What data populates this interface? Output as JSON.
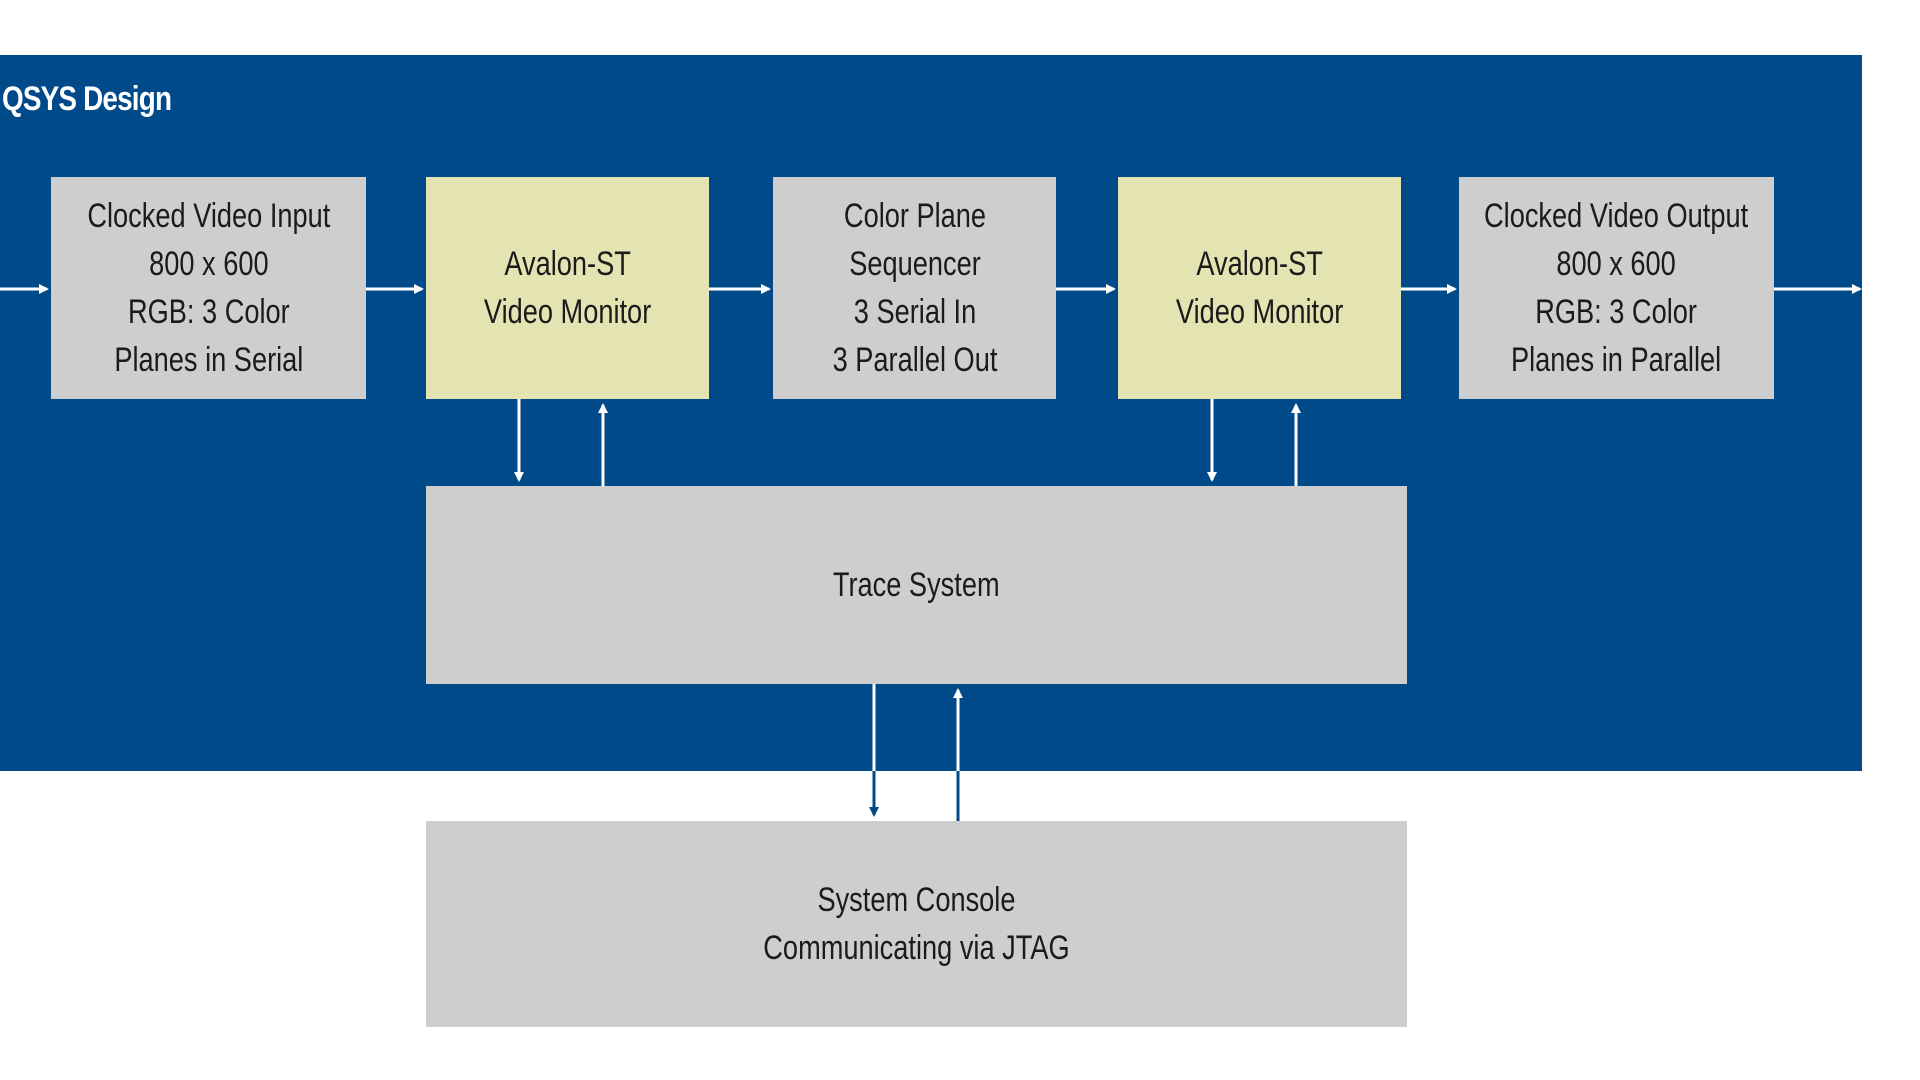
{
  "diagram": {
    "title": "QSYS Design",
    "nodes": [
      {
        "id": "cvi",
        "lines": [
          "Clocked Video Input",
          "800 x 600",
          "RGB: 3 Color",
          "Planes in Serial"
        ],
        "style": "gray"
      },
      {
        "id": "mon1",
        "lines": [
          "Avalon-ST",
          "Video Monitor"
        ],
        "style": "yellow"
      },
      {
        "id": "cps",
        "lines": [
          "Color Plane",
          "Sequencer",
          "3 Serial In",
          "3 Parallel Out"
        ],
        "style": "gray"
      },
      {
        "id": "mon2",
        "lines": [
          "Avalon-ST",
          "Video Monitor"
        ],
        "style": "yellow"
      },
      {
        "id": "cvo",
        "lines": [
          "Clocked Video Output",
          "800 x 600",
          "RGB: 3 Color",
          "Planes in Parallel"
        ],
        "style": "gray"
      },
      {
        "id": "trace",
        "lines": [
          "Trace System"
        ],
        "style": "gray"
      },
      {
        "id": "console",
        "lines": [
          "System Console",
          "Communicating via JTAG"
        ],
        "style": "gray"
      }
    ],
    "edges": [
      {
        "from": "",
        "to": "cvi"
      },
      {
        "from": "cvi",
        "to": "mon1"
      },
      {
        "from": "mon1",
        "to": "cps"
      },
      {
        "from": "cps",
        "to": "mon2"
      },
      {
        "from": "mon2",
        "to": "cvo"
      },
      {
        "from": "cvo",
        "to": ""
      },
      {
        "from": "mon1",
        "to": "trace"
      },
      {
        "from": "trace",
        "to": "mon1"
      },
      {
        "from": "mon2",
        "to": "trace"
      },
      {
        "from": "trace",
        "to": "mon2"
      },
      {
        "from": "trace",
        "to": "console"
      },
      {
        "from": "console",
        "to": "trace"
      }
    ]
  },
  "colors": {
    "panel": "#004a8a",
    "box_gray": "#cfcecf",
    "box_yellow": "#e4e3b2",
    "arrow_on_panel": "#ffffff",
    "arrow_off_panel": "#004a8a"
  }
}
